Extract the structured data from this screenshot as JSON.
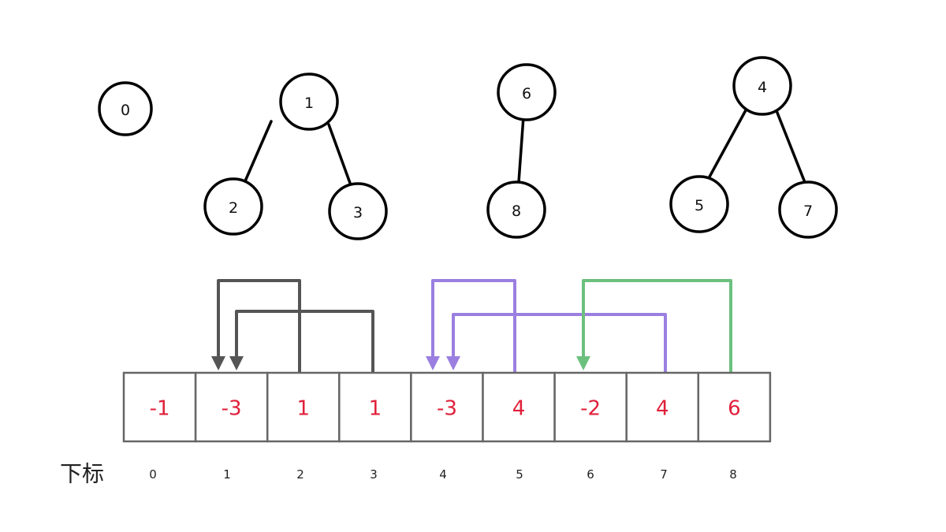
{
  "trees": {
    "nodes": [
      {
        "id": "0",
        "label": "0"
      },
      {
        "id": "1",
        "label": "1"
      },
      {
        "id": "2",
        "label": "2"
      },
      {
        "id": "3",
        "label": "3"
      },
      {
        "id": "6",
        "label": "6"
      },
      {
        "id": "8",
        "label": "8"
      },
      {
        "id": "4",
        "label": "4"
      },
      {
        "id": "5",
        "label": "5"
      },
      {
        "id": "7",
        "label": "7"
      }
    ],
    "edges": [
      {
        "from": "1",
        "to": "2"
      },
      {
        "from": "1",
        "to": "3"
      },
      {
        "from": "6",
        "to": "8"
      },
      {
        "from": "4",
        "to": "5"
      },
      {
        "from": "4",
        "to": "7"
      }
    ]
  },
  "array": {
    "values": [
      "-1",
      "-3",
      "1",
      "1",
      "-3",
      "4",
      "-2",
      "4",
      "6"
    ],
    "value_color": "#e0203a",
    "index_title": "下标",
    "indices": [
      "0",
      "1",
      "2",
      "3",
      "4",
      "5",
      "6",
      "7",
      "8"
    ]
  },
  "pointers": [
    {
      "from": 2,
      "to": 1,
      "color": "#555555"
    },
    {
      "from": 3,
      "to": 1,
      "color": "#555555"
    },
    {
      "from": 5,
      "to": 4,
      "color": "#9b7fe0"
    },
    {
      "from": 7,
      "to": 4,
      "color": "#9b7fe0"
    },
    {
      "from": 8,
      "to": 6,
      "color": "#6cc07e"
    }
  ]
}
